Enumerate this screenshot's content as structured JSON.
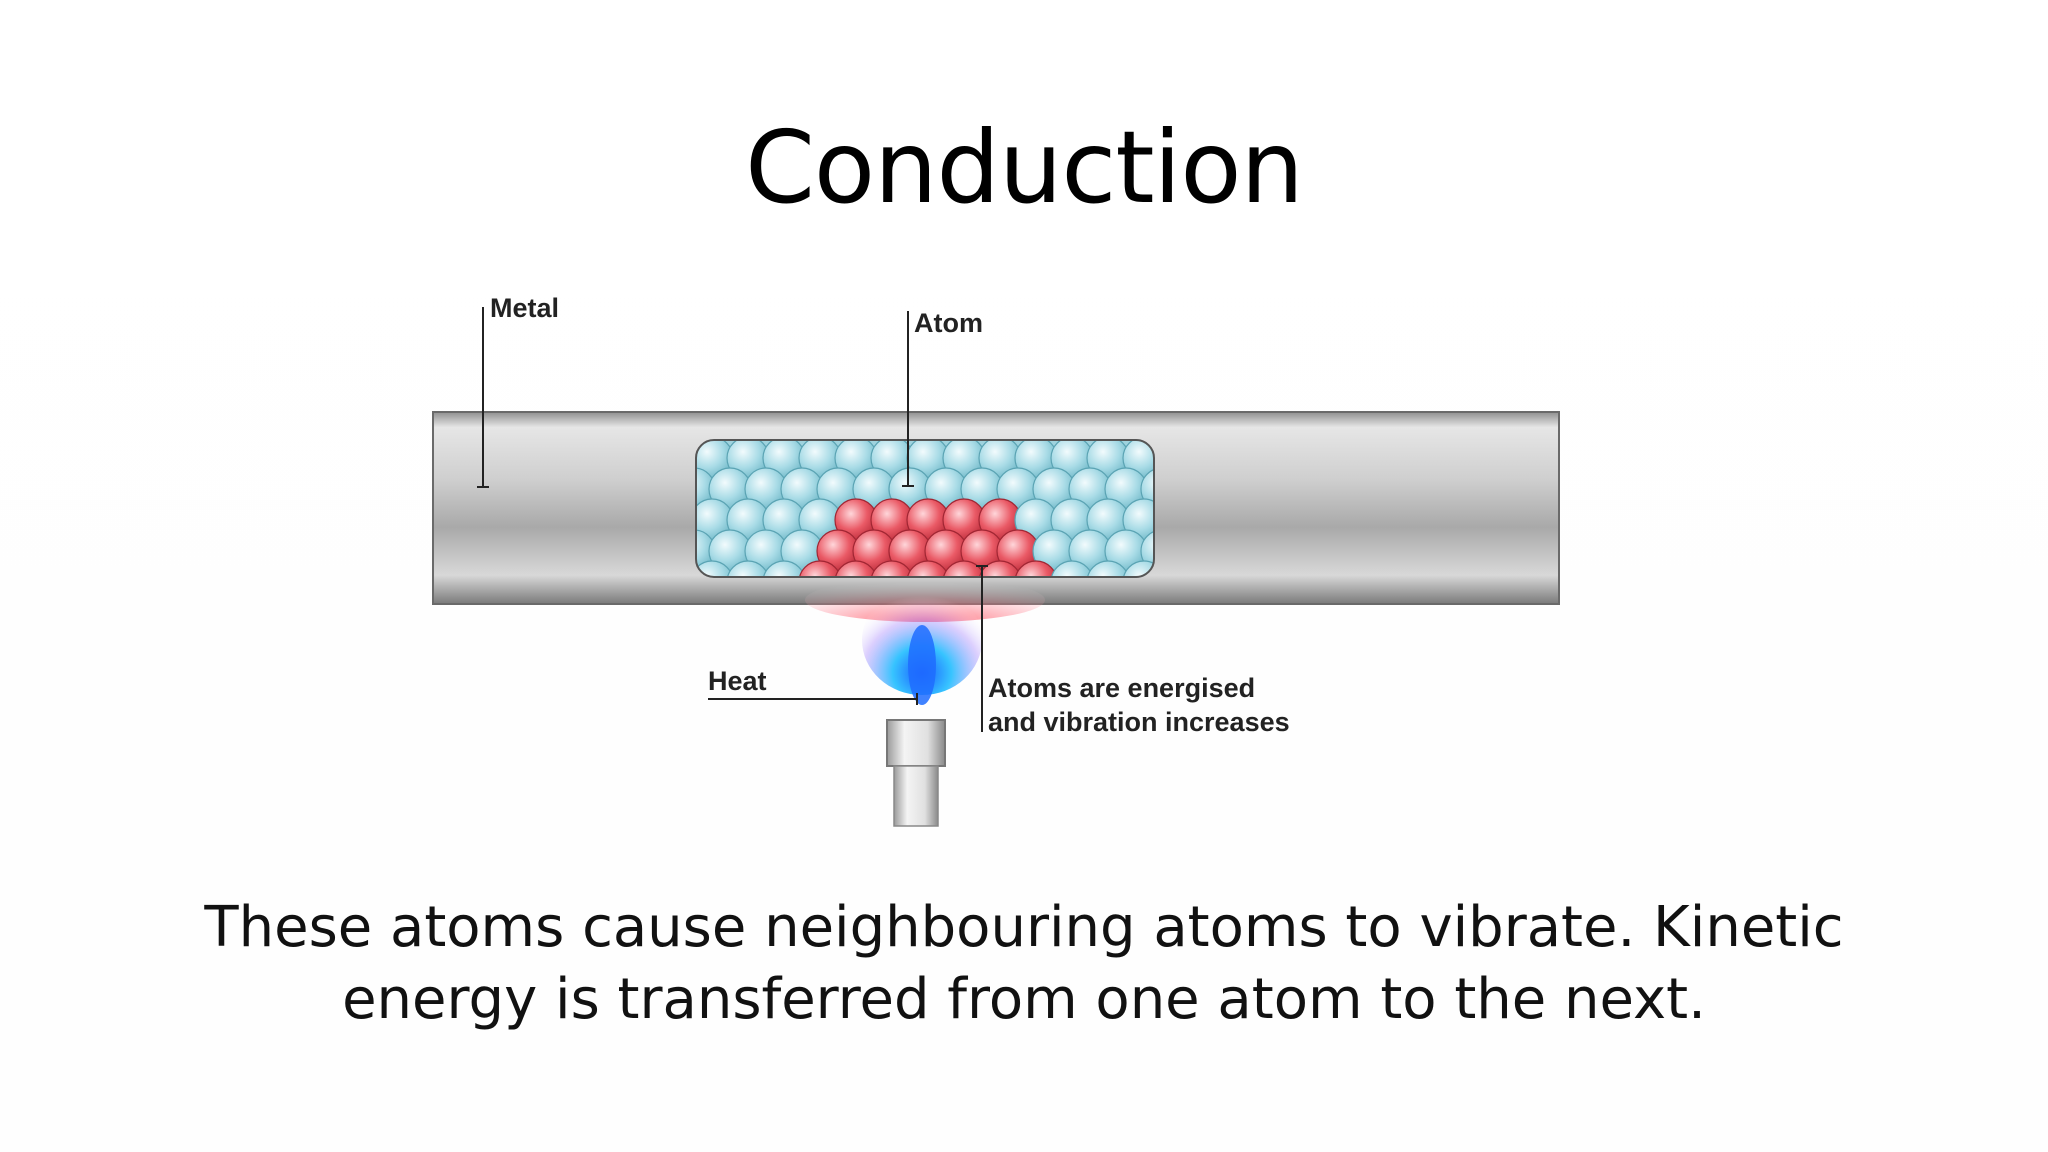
{
  "slide": {
    "title": "Conduction",
    "caption_line1": "These atoms cause neighbouring atoms to vibrate. Kinetic",
    "caption_line2": "energy is transferred from one atom to the next."
  },
  "diagram": {
    "labels": {
      "metal": "Metal",
      "atom": "Atom",
      "heat": "Heat",
      "energised_line1": "Atoms are energised",
      "energised_line2": "and vibration increases"
    },
    "colors": {
      "cool_atom": "#a8dbe6",
      "hot_atom": "#e8505e",
      "metal": "#c9c9c9",
      "flame": "#2f7fff"
    }
  }
}
